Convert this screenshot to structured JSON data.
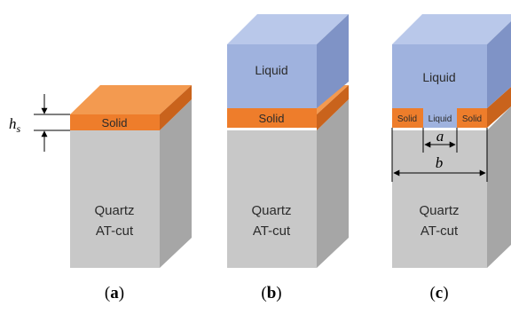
{
  "panels": [
    {
      "id": "a",
      "caption": "a",
      "layers": {
        "solid": "Solid",
        "substrate_line1": "Quartz",
        "substrate_line2": "AT-cut"
      },
      "thickness_symbol": "h",
      "thickness_subscript": "s"
    },
    {
      "id": "b",
      "caption": "b",
      "layers": {
        "liquid": "Liquid",
        "solid": "Solid",
        "substrate_line1": "Quartz",
        "substrate_line2": "AT-cut"
      }
    },
    {
      "id": "c",
      "caption": "c",
      "layers": {
        "liquid": "Liquid",
        "solid_left": "Solid",
        "liquid_gap": "Liquid",
        "solid_right": "Solid",
        "substrate_line1": "Quartz",
        "substrate_line2": "AT-cut"
      },
      "dimension_inner": "a",
      "dimension_outer": "b"
    }
  ],
  "colors": {
    "quartz_front": "#c8c8c8",
    "quartz_side": "#a6a6a6",
    "quartz_top": "#dcdcdc",
    "solid_front": "#ee7d2b",
    "solid_side": "#c9631c",
    "solid_top": "#f39a50",
    "liquid_front": "#9fb2de",
    "liquid_side": "#7f93c6",
    "liquid_top": "#b9c8ea"
  }
}
